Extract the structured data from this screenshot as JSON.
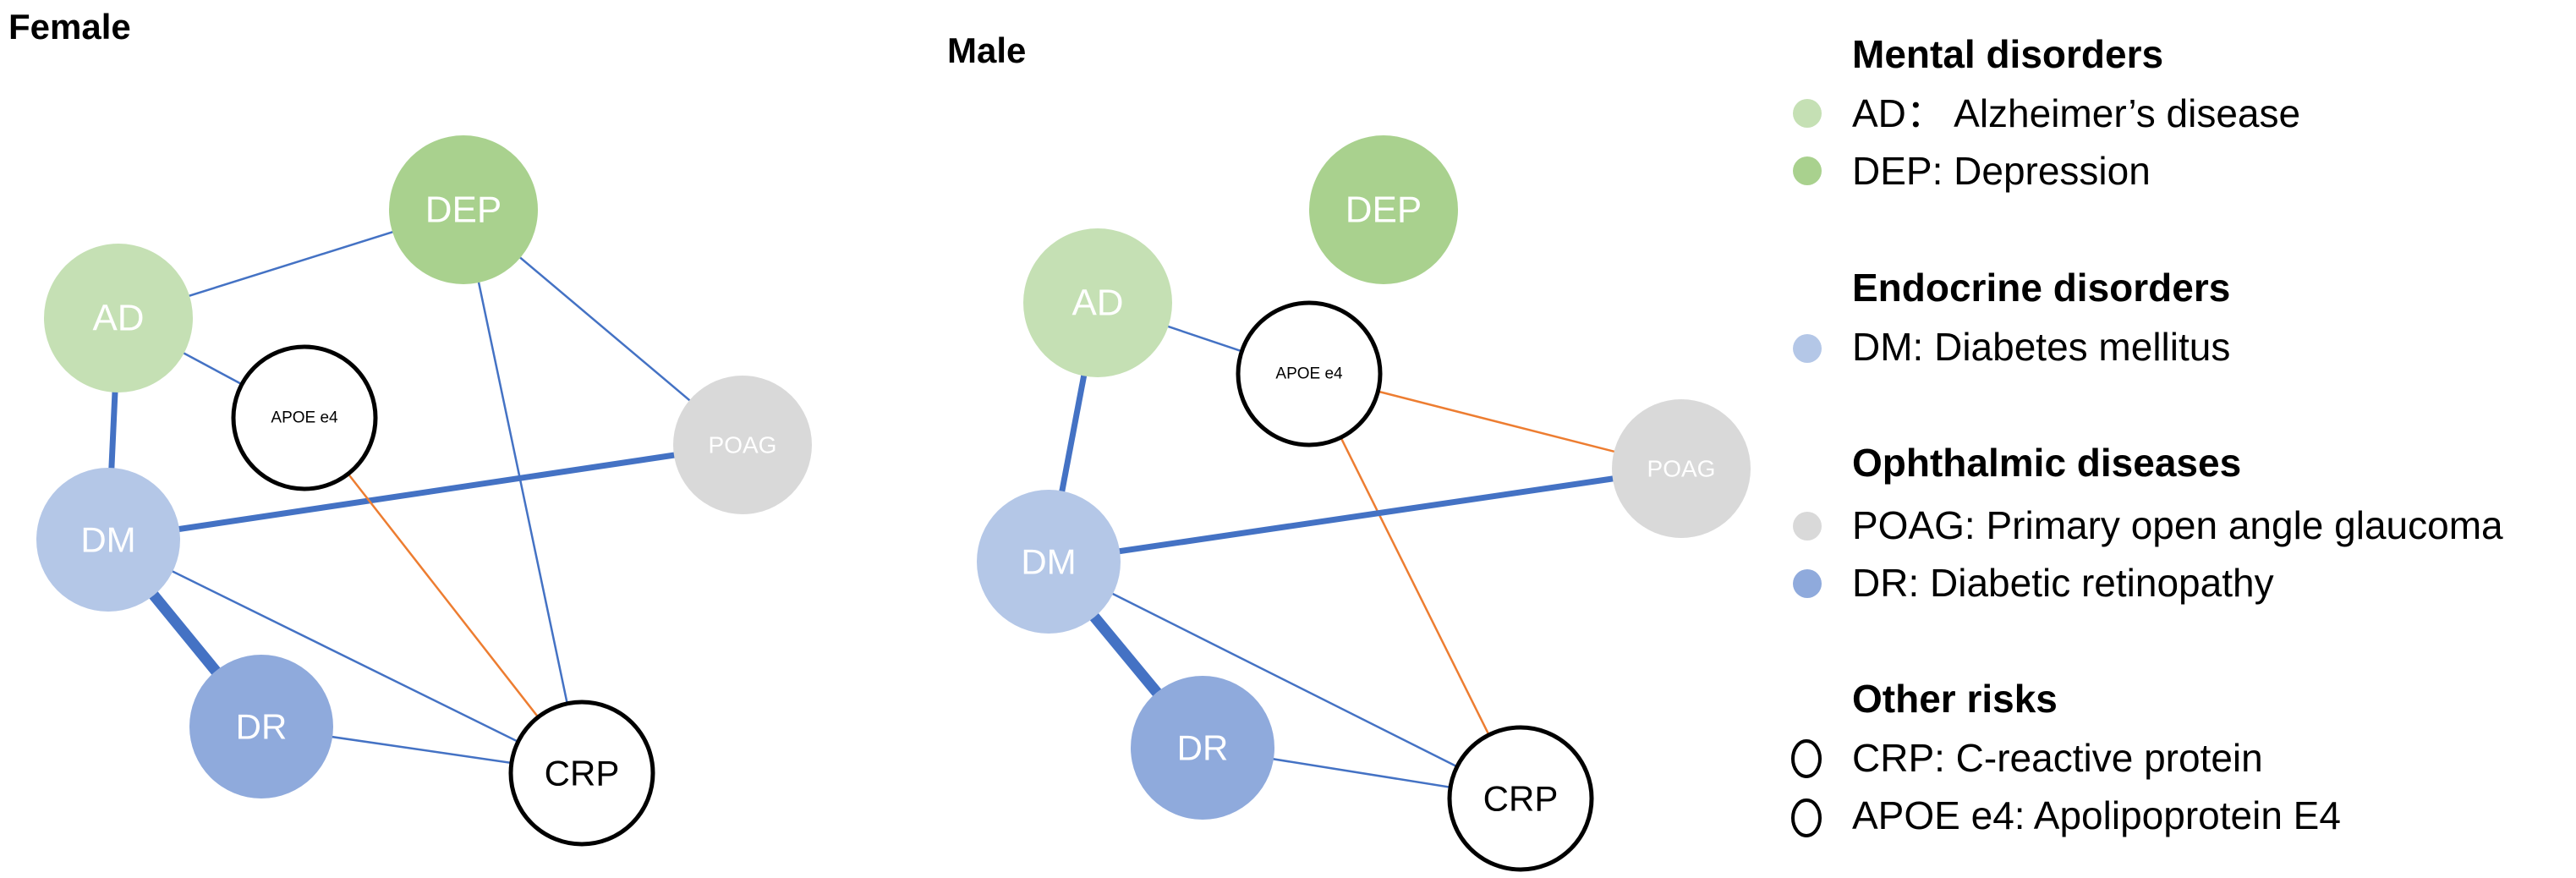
{
  "colors": {
    "mental_light": "#c5e0b4",
    "mental_dark": "#a9d18e",
    "endocrine": "#b4c7e7",
    "ophthalmic_poag": "#d9d9d9",
    "ophthalmic_dr": "#8faadc",
    "edge_blue": "#4472c4",
    "edge_orange": "#ed7d31"
  },
  "panels": [
    {
      "title": "Female",
      "nodes": [
        {
          "id": "DEP",
          "label": "DEP"
        },
        {
          "id": "AD",
          "label": "AD"
        },
        {
          "id": "APOE",
          "label": "APOE e4"
        },
        {
          "id": "POAG",
          "label": "POAG"
        },
        {
          "id": "DM",
          "label": "DM"
        },
        {
          "id": "DR",
          "label": "DR"
        },
        {
          "id": "CRP",
          "label": "CRP"
        }
      ],
      "edges": [
        {
          "from": "AD",
          "to": "DEP",
          "color": "blue",
          "strength": "thin"
        },
        {
          "from": "AD",
          "to": "APOE",
          "color": "blue",
          "strength": "thin"
        },
        {
          "from": "AD",
          "to": "DM",
          "color": "blue",
          "strength": "medium"
        },
        {
          "from": "DEP",
          "to": "POAG",
          "color": "blue",
          "strength": "thin"
        },
        {
          "from": "DEP",
          "to": "CRP",
          "color": "blue",
          "strength": "thin"
        },
        {
          "from": "DM",
          "to": "POAG",
          "color": "blue",
          "strength": "medium"
        },
        {
          "from": "DM",
          "to": "DR",
          "color": "blue",
          "strength": "thick"
        },
        {
          "from": "DM",
          "to": "CRP",
          "color": "blue",
          "strength": "thin"
        },
        {
          "from": "DR",
          "to": "CRP",
          "color": "blue",
          "strength": "thin"
        },
        {
          "from": "APOE",
          "to": "CRP",
          "color": "orange",
          "strength": "thin"
        }
      ]
    },
    {
      "title": "Male",
      "nodes": [
        {
          "id": "DEP",
          "label": "DEP"
        },
        {
          "id": "AD",
          "label": "AD"
        },
        {
          "id": "APOE",
          "label": "APOE e4"
        },
        {
          "id": "POAG",
          "label": "POAG"
        },
        {
          "id": "DM",
          "label": "DM"
        },
        {
          "id": "DR",
          "label": "DR"
        },
        {
          "id": "CRP",
          "label": "CRP"
        }
      ],
      "edges": [
        {
          "from": "AD",
          "to": "APOE",
          "color": "blue",
          "strength": "thin"
        },
        {
          "from": "AD",
          "to": "DM",
          "color": "blue",
          "strength": "medium"
        },
        {
          "from": "APOE",
          "to": "POAG",
          "color": "orange",
          "strength": "thin"
        },
        {
          "from": "APOE",
          "to": "CRP",
          "color": "orange",
          "strength": "thin"
        },
        {
          "from": "DM",
          "to": "POAG",
          "color": "blue",
          "strength": "medium"
        },
        {
          "from": "DM",
          "to": "DR",
          "color": "blue",
          "strength": "thick"
        },
        {
          "from": "DM",
          "to": "CRP",
          "color": "blue",
          "strength": "thin"
        },
        {
          "from": "DR",
          "to": "CRP",
          "color": "blue",
          "strength": "thin"
        }
      ]
    }
  ],
  "legend": {
    "groups": [
      {
        "heading": "Mental disorders",
        "items": [
          {
            "text": "AD：  Alzheimer’s disease",
            "marker": "mental_light"
          },
          {
            "text": "DEP: Depression",
            "marker": "mental_dark"
          }
        ]
      },
      {
        "heading": "Endocrine disorders",
        "items": [
          {
            "text": "DM: Diabetes mellitus",
            "marker": "endocrine"
          }
        ]
      },
      {
        "heading": "Ophthalmic diseases",
        "items": [
          {
            "text": "POAG: Primary open angle glaucoma",
            "marker": "ophthalmic_poag"
          },
          {
            "text": "DR: Diabetic retinopathy",
            "marker": "ophthalmic_dr"
          }
        ]
      },
      {
        "heading": "Other risks",
        "items": [
          {
            "text": "CRP: C-reactive protein",
            "marker": "outline"
          },
          {
            "text": "APOE e4:  Apolipoprotein E4",
            "marker": "outline"
          }
        ]
      }
    ]
  }
}
